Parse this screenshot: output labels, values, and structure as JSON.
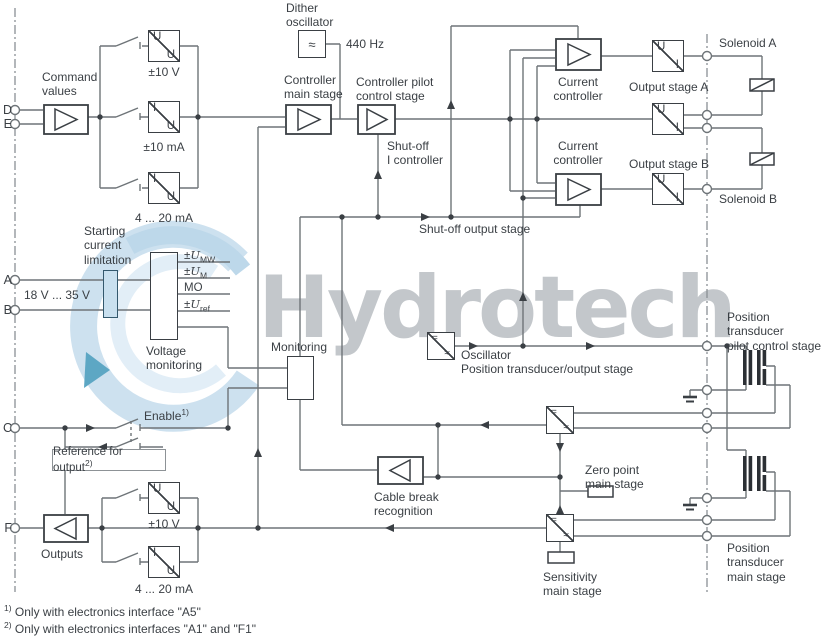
{
  "watermark": {
    "text": "Hydrotech"
  },
  "terminals": {
    "d": "D",
    "e": "E",
    "a": "A",
    "b": "B",
    "c": "C",
    "f": "F"
  },
  "left_section": {
    "command_values": "Command\nvalues",
    "range_pm10v": "±10 V",
    "range_pm10ma": "±10 mA",
    "range_420ma": "4 ... 20 mA",
    "supply_range": "18 V ... 35 V",
    "starting_current": "Starting\ncurrent\nlimitation",
    "voltage_monitoring": "Voltage\nmonitoring",
    "vm_outputs": [
      {
        "pre": "±",
        "sym": "U",
        "sub": "MW"
      },
      {
        "pre": "±",
        "sym": "U",
        "sub": "M"
      },
      {
        "pre": "MO",
        "sym": "",
        "sub": ""
      },
      {
        "pre": "±",
        "sym": "U",
        "sub": "ref"
      }
    ]
  },
  "controller": {
    "dither": "Dither\noscillator",
    "dither_freq": "440 Hz",
    "dither_symbol": "≈",
    "main_stage": "Controller\nmain stage",
    "pilot_stage": "Controller pilot\ncontrol stage",
    "shutoff_i": "Shut-off\nI controller",
    "shutoff_output": "Shut-off output stage",
    "monitoring": "Monitoring"
  },
  "output_section": {
    "current_controller_a": "Current\ncontroller",
    "current_controller_b": "Current\ncontroller",
    "output_stage_a": "Output stage A",
    "output_stage_b": "Output stage B",
    "solenoid_a": "Solenoid A",
    "solenoid_b": "Solenoid B"
  },
  "transducer_section": {
    "oscillator": "Oscillator\nPosition transducer/output stage",
    "pt_pilot": "Position transducer\npilot control stage",
    "pt_main": "Position transducer\nmain stage",
    "zero_point": "Zero point\nmain stage",
    "sensitivity": "Sensitivity\nmain stage",
    "cable_break": "Cable break\nrecognition"
  },
  "io_section": {
    "enable": "Enable",
    "enable_sup": "1)",
    "reference": "Reference for output",
    "reference_sup": "2)",
    "outputs": "Outputs",
    "out_pm10v": "±10 V",
    "out_420ma": "4 ... 20 mA"
  },
  "symbols": {
    "uu": {
      "tl": "U",
      "br": "U"
    },
    "iu": {
      "tl": "I",
      "br": "U"
    },
    "ui": {
      "tl": "U",
      "br": "I"
    },
    "converter": {
      "tl": "=",
      "br": "≈"
    }
  },
  "footnotes": [
    {
      "marker": "1)",
      "text": "Only with electronics interface \"A5\""
    },
    {
      "marker": "2)",
      "text": "Only with electronics interfaces \"A1\" and \"F1\""
    }
  ]
}
